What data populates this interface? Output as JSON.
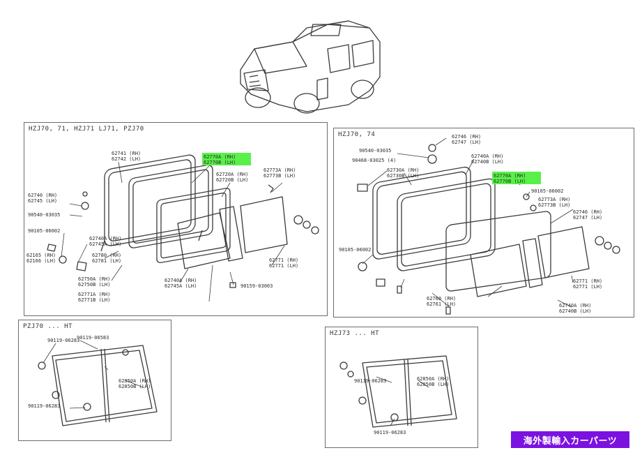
{
  "panels": {
    "top_left": {
      "title": "HZJ70, 71, HZJ71 LJ71, PZJ70"
    },
    "top_right": {
      "title": "HZJ70, 74"
    },
    "bottom_left": {
      "title": "PZJ70 ... HT"
    },
    "bottom_right": {
      "title": "HZJ73 ... HT"
    }
  },
  "top_left_labels": {
    "a": "62741 (RH)",
    "b": "62742 (LH)",
    "c": "62770A (RH)",
    "d": "62770B (LH)",
    "e": "62720A (RH)",
    "f": "62720B (LH)",
    "g": "62773A (RH)",
    "h": "62773B (LH)",
    "i": "62740 (RH)",
    "j": "62745 (LH)",
    "k": "90540-03035",
    "l": "90105-06002",
    "m": "62165 (RH)",
    "n": "62166 (LH)",
    "o": "62740A (RH)",
    "p": "62745A (LH)",
    "q": "62780 (RH)",
    "r": "62781 (LH)",
    "s": "62750A (RH)",
    "t": "62750B (LH)",
    "u": "62771A (RH)",
    "v": "62771B (LH)",
    "w": "62740A (RH)",
    "x": "62745A (LH)",
    "y": "62771 (RH)",
    "z": "62771 (LH)",
    "aa": "90159-03003"
  },
  "top_right_labels": {
    "a": "62746 (RH)",
    "b": "62747 (LH)",
    "c": "90540-03035",
    "d": "90468-03025 (4)",
    "e": "62730A (RH)",
    "f": "62730B (LH)",
    "g": "62770A (RH)",
    "h": "62770B (LH)",
    "i": "62740A (RH)",
    "j": "62740B (LH)",
    "k": "90105-06002",
    "l": "62773A (RH)",
    "m": "62773B (LH)",
    "n": "90105-06002",
    "o": "62746 (RH)",
    "p": "62747 (LH)",
    "q": "62771 (RH)",
    "r": "62771 (LH)",
    "s": "62760 (RH)",
    "t": "62761 (LH)",
    "u": "62740A (RH)",
    "v": "62740B (LH)"
  },
  "bottom_left_labels": {
    "a": "90119-06283",
    "b": "90119-06583",
    "c": "62850A (RH)",
    "d": "62850B (LH)",
    "e": "90119-06283"
  },
  "bottom_right_labels": {
    "a": "90119-06283",
    "b": "62850A (RH)",
    "c": "62850B (LH)",
    "d": "90119-06283"
  },
  "badge": {
    "text": "海外製輸入カーパーツ"
  },
  "colors": {
    "highlight": "#59f04a",
    "badge_bg": "#7b12e0",
    "line": "#3a3a3a"
  }
}
